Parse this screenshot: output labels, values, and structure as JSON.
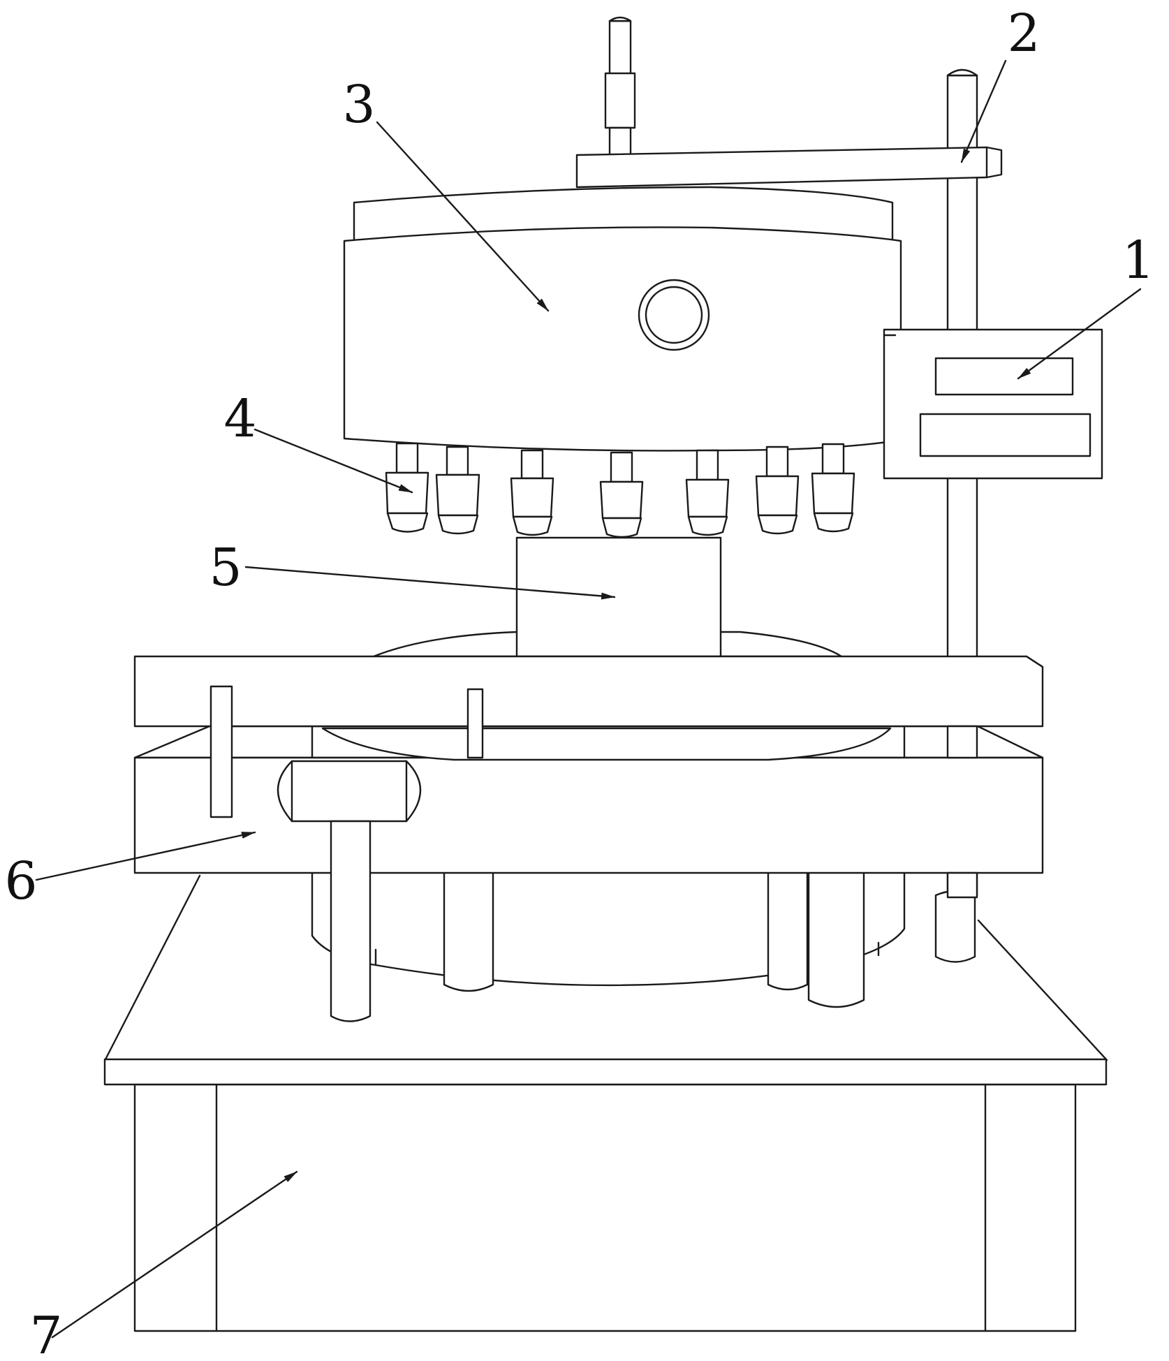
{
  "diagram": {
    "line_color": "#1a1a1a",
    "background": "#ffffff",
    "labels": [
      {
        "id": "label-1",
        "text": "1"
      },
      {
        "id": "label-2",
        "text": "2"
      },
      {
        "id": "label-3",
        "text": "3"
      },
      {
        "id": "label-4",
        "text": "4"
      },
      {
        "id": "label-5",
        "text": "5"
      },
      {
        "id": "label-6",
        "text": "6"
      },
      {
        "id": "label-7",
        "text": "7"
      }
    ]
  }
}
